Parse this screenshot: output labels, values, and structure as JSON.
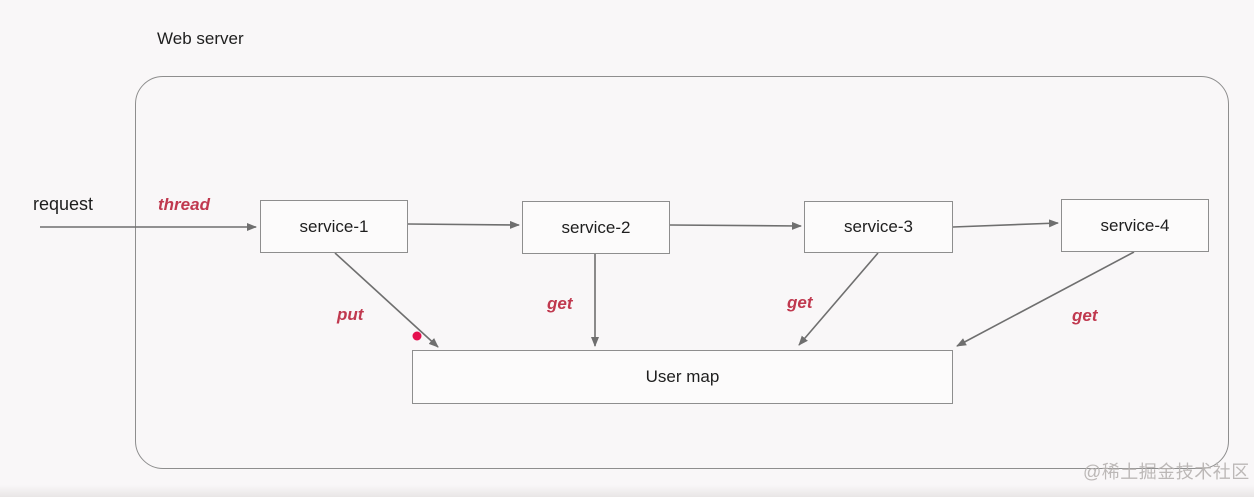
{
  "colors": {
    "background": "#f9f7f8",
    "box_bg": "#fcfbfb",
    "border_gray": "#8e8e8e",
    "line_gray": "#6f6f6f",
    "text_dark": "#1e1e1e",
    "accent_red": "#c0394f",
    "dot_red": "#e5104e",
    "watermark_gray": "#b6b2b0"
  },
  "diagram": {
    "title": "Web server",
    "request_label": "request",
    "services": [
      {
        "label": "service-1"
      },
      {
        "label": "service-2"
      },
      {
        "label": "service-3"
      },
      {
        "label": "service-4"
      }
    ],
    "user_map_label": "User map",
    "edge_labels": {
      "thread": "thread",
      "put": "put",
      "get_service_2": "get",
      "get_service_3": "get",
      "get_service_4": "get"
    }
  },
  "watermark": "@稀土掘金技术社区"
}
